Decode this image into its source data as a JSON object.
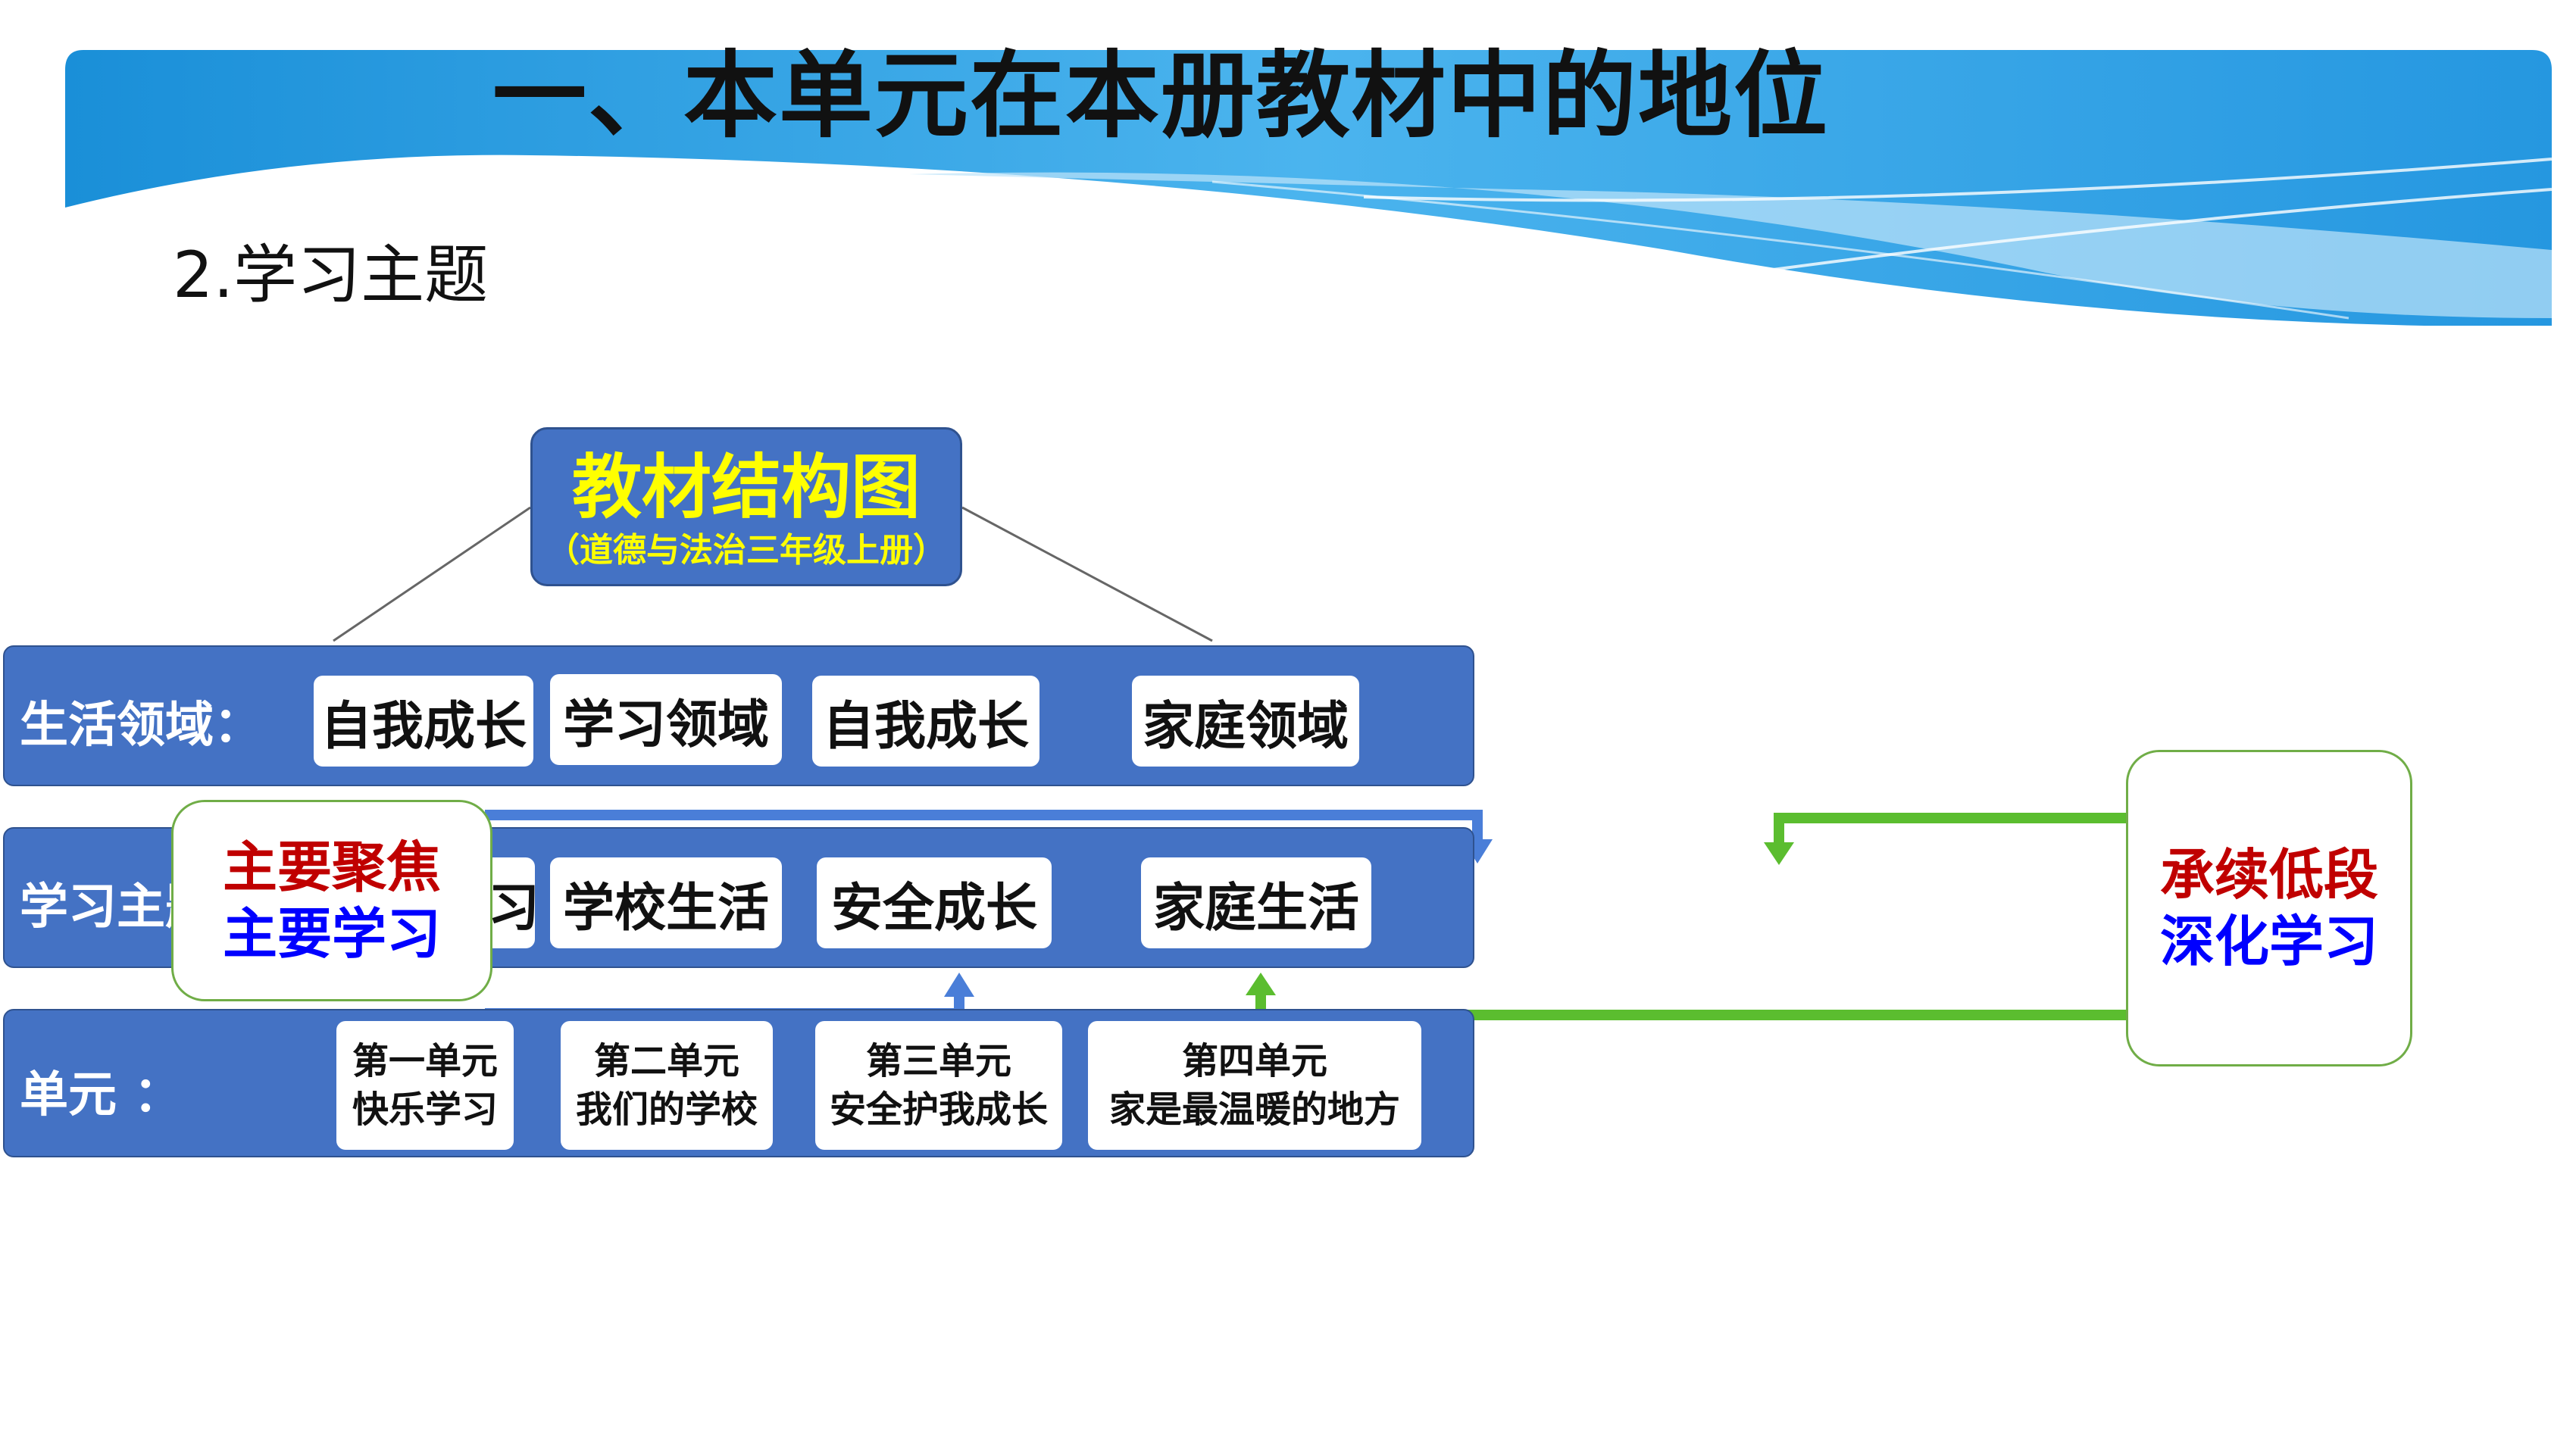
{
  "title": "一、本单元在本册教材中的地位",
  "subtitle": "2.学习主题",
  "root": {
    "title": "教材结构图",
    "subtitle": "（道德与法治三年级上册）"
  },
  "rows": {
    "domain_label": "生活领域：",
    "theme_label": "学习主题",
    "unit_label": "单元 ：",
    "domains": [
      "自我成长",
      "学习领域",
      "自我成长",
      "家庭领域"
    ],
    "themes": [
      "快乐学习",
      "学校生活",
      "安全成长",
      "家庭生活"
    ],
    "units": [
      {
        "line1": "第一单元",
        "line2": "快乐学习"
      },
      {
        "line1": "第二单元",
        "line2": "我们的学校"
      },
      {
        "line1": "第三单元",
        "line2": "安全护我成长"
      },
      {
        "line1": "第四单元",
        "line2": "家是最温暖的地方"
      }
    ]
  },
  "callouts": {
    "focus": {
      "line1": "主要聚焦",
      "line2": "主要学习"
    },
    "continue": {
      "line1": "承续低段",
      "line2": "深化学习"
    }
  },
  "colors": {
    "band": "#4472c4",
    "root_text": "#ffff00",
    "callout_red": "#c00000",
    "callout_blue": "#0000ff",
    "green_arrow": "#5bbd2f",
    "blue_arrow": "#4a7ed8"
  }
}
